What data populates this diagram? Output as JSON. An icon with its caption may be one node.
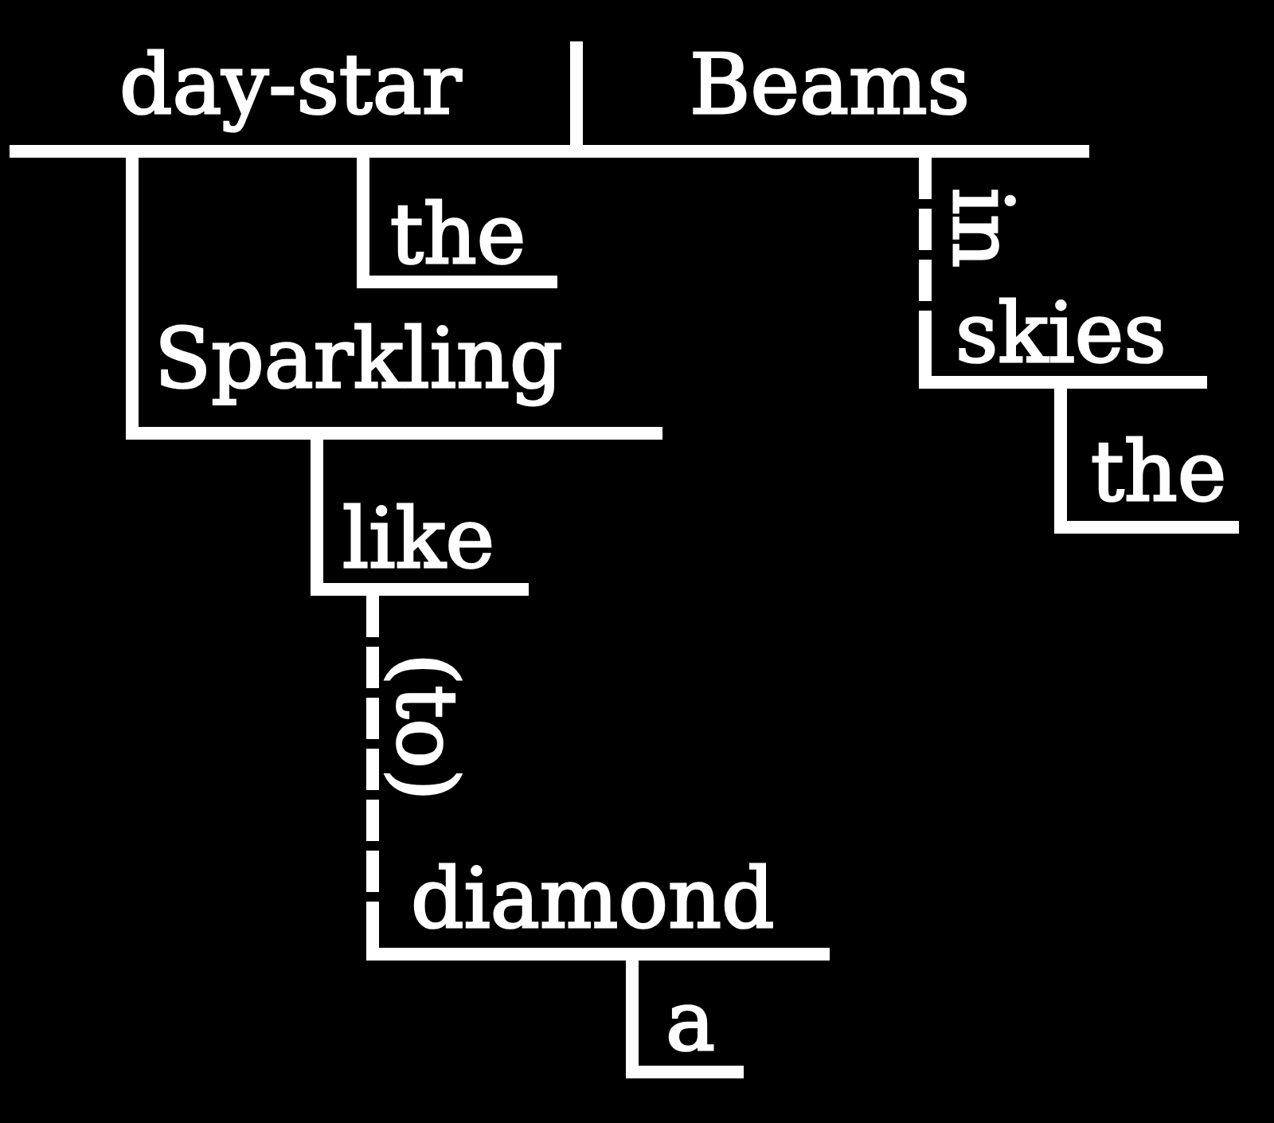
{
  "diagram": {
    "labels": [
      "day-star",
      "Beams",
      "the",
      "in",
      "skies",
      "Sparkling",
      "the",
      "like",
      "(to)",
      "diamond",
      "a"
    ]
  }
}
